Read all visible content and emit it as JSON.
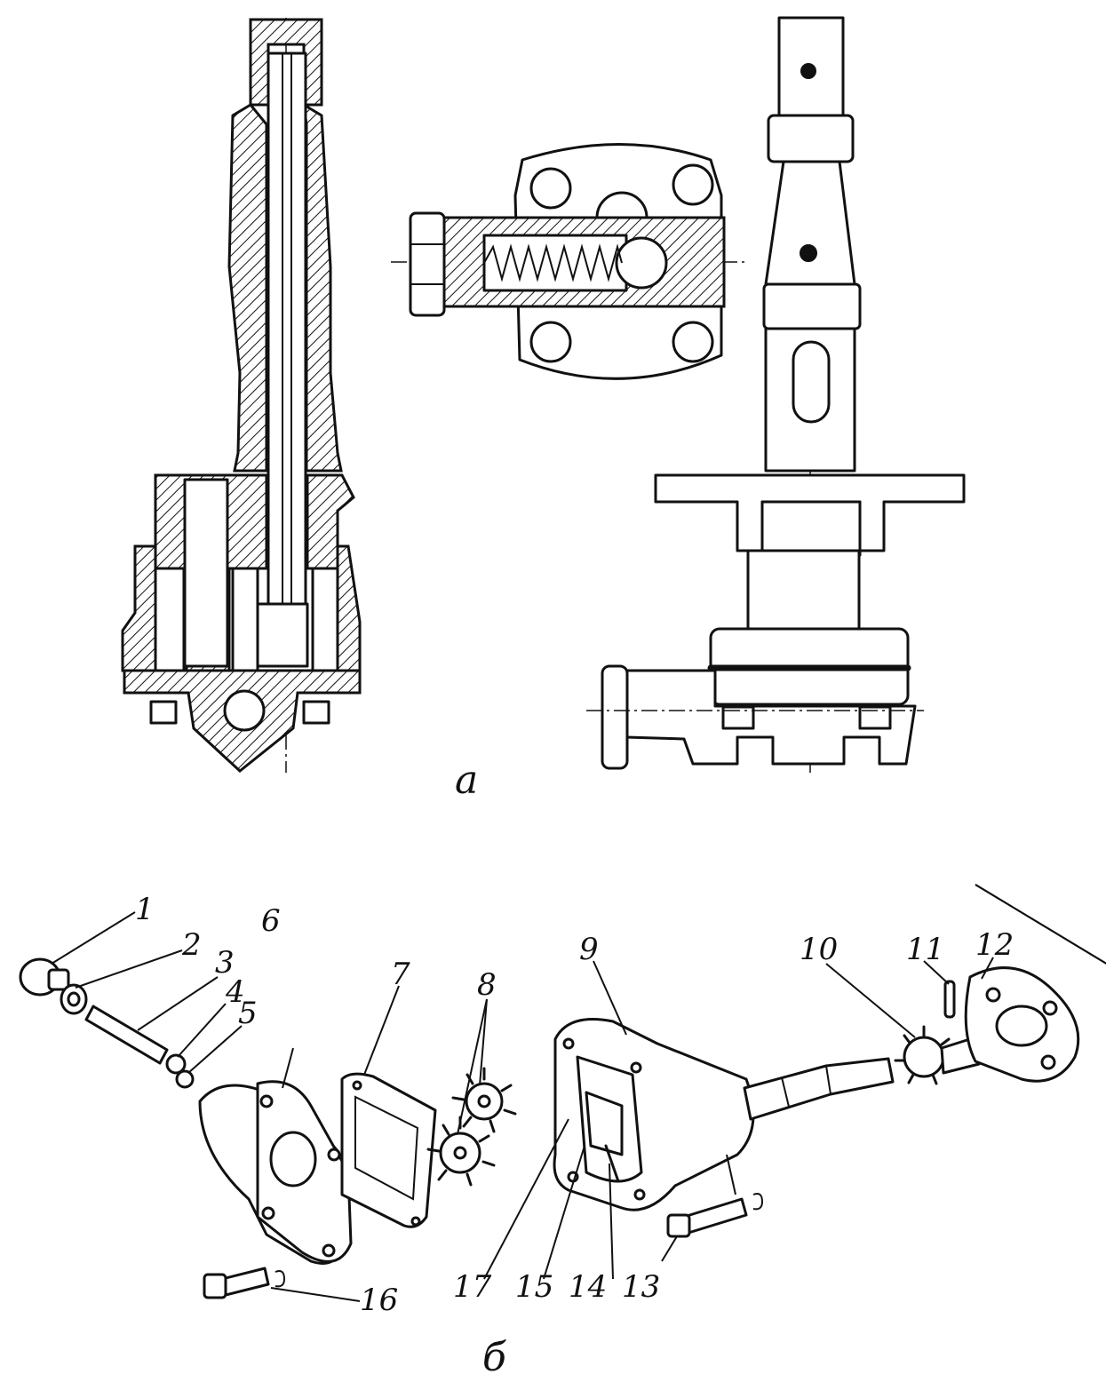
{
  "panels": {
    "top_label": "а",
    "bottom_label": "б"
  },
  "callouts": [
    {
      "id": "c1",
      "text": "1"
    },
    {
      "id": "c2",
      "text": "2"
    },
    {
      "id": "c3",
      "text": "3"
    },
    {
      "id": "c4",
      "text": "4"
    },
    {
      "id": "c5",
      "text": "5"
    },
    {
      "id": "c6",
      "text": "6"
    },
    {
      "id": "c7",
      "text": "7"
    },
    {
      "id": "c8",
      "text": "8"
    },
    {
      "id": "c9",
      "text": "9"
    },
    {
      "id": "c10",
      "text": "10"
    },
    {
      "id": "c11",
      "text": "11"
    },
    {
      "id": "c12",
      "text": "12"
    },
    {
      "id": "c13",
      "text": "13"
    },
    {
      "id": "c14",
      "text": "14"
    },
    {
      "id": "c15",
      "text": "15"
    },
    {
      "id": "c16",
      "text": "16"
    },
    {
      "id": "c17",
      "text": "17"
    }
  ]
}
